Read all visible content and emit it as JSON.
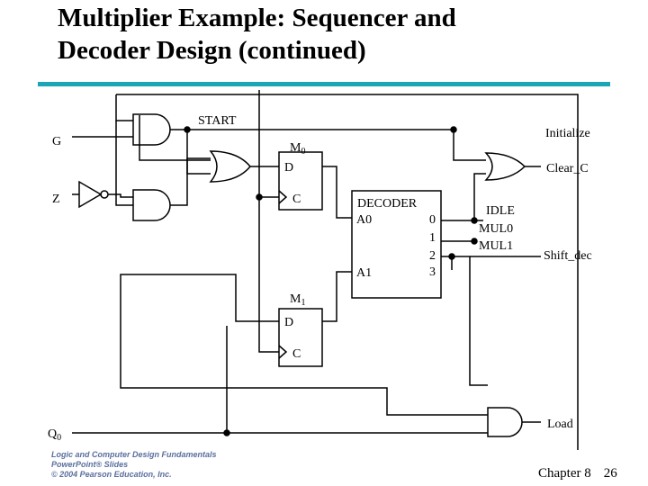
{
  "title": {
    "line1": "Multiplier Example: Sequencer and",
    "line2": "Decoder Design (continued)"
  },
  "colors": {
    "accent_rule": "#1aa6b7",
    "wire": "#000000",
    "footer_logo_text": "#5a6f9e"
  },
  "labels": {
    "start": "START",
    "initialize": "Initialize",
    "g": "G",
    "z": "Z",
    "m0_base": "M",
    "m0_sub": "0",
    "ff0_d": "D",
    "ff0_c": "C",
    "clear_c": "Clear_C",
    "decoder": "DECODER",
    "a0": "A0",
    "a1": "A1",
    "out0": "0",
    "out1": "1",
    "out2": "2",
    "out3": "3",
    "idle": "IDLE",
    "mul0": "MUL0",
    "mul1": "MUL1",
    "shift_dec": "Shift_dec",
    "m1_base": "M",
    "m1_sub": "1",
    "ff1_d": "D",
    "ff1_c": "C",
    "q0_base": "Q",
    "q0_sub": "0",
    "load": "Load"
  },
  "footer": {
    "logo_line1": "Logic and Computer Design Fundamentals",
    "logo_line2": "PowerPoint® Slides",
    "logo_line3": "© 2004 Pearson Education, Inc.",
    "chapter": "Chapter 8",
    "page": "26"
  }
}
